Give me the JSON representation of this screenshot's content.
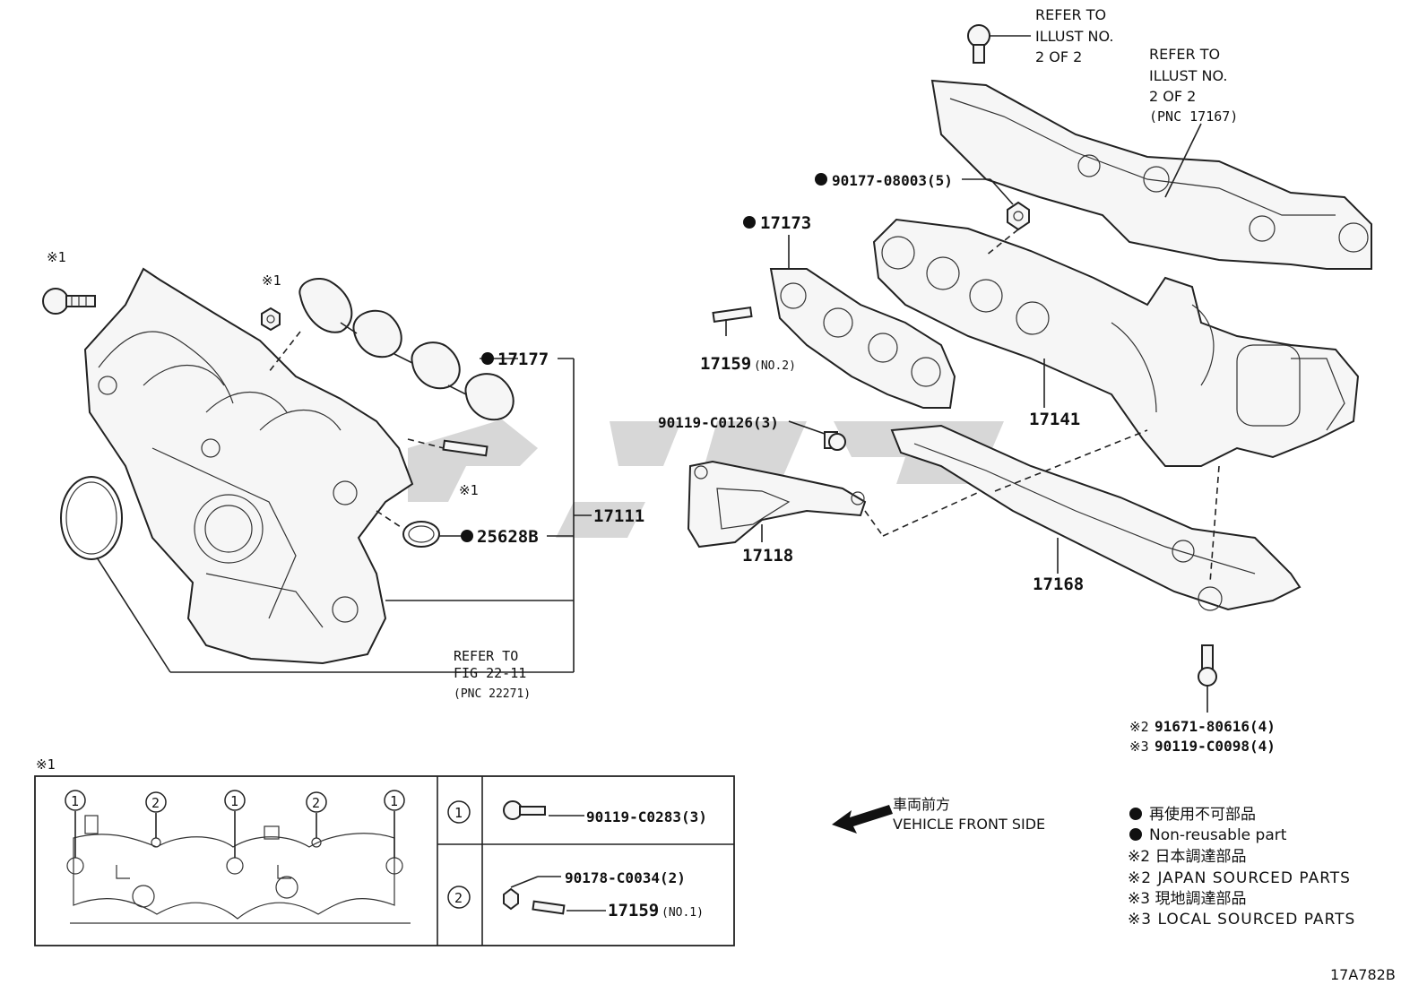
{
  "diagram_id": "17A782B",
  "labels": {
    "p17177": "17177",
    "p25628b": "25628B",
    "p17111": "17111",
    "p17173": "17173",
    "p17159_no2": "17159",
    "no2": "(NO.2)",
    "p90177": "90177-08003(5)",
    "p17141": "17141",
    "p90119_c0126": "90119-C0126(3)",
    "p17118": "17118",
    "p17168": "17168",
    "bolt_jp": "91671-80616(4)",
    "bolt_local": "90119-C0098(4)",
    "ref_mark_2": "※2",
    "ref_mark_3": "※3"
  },
  "notes": {
    "refer_top_1": "REFER TO",
    "refer_top_2": "ILLUST NO.",
    "refer_top_3": "2 OF 2",
    "refer_shield_1": "REFER TO",
    "refer_shield_2": "ILLUST NO.",
    "refer_shield_3": "2 OF 2",
    "refer_shield_4": "(PNC 17167)",
    "refer_fig_1": "REFER TO",
    "refer_fig_2": "FIG 22-11",
    "refer_fig_3": "(PNC 22271)",
    "mark1": "※1"
  },
  "detail": {
    "title": "※1",
    "row1_num": "1",
    "row2_num": "2",
    "row1_part": "90119-C0283(3)",
    "row2_part": "90178-C0034(2)",
    "row2_part2": "17159",
    "row2_part2_suffix": "(NO.1)"
  },
  "direction": {
    "jp": "車両前方",
    "en": "VEHICLE FRONT SIDE"
  },
  "legend": {
    "l1": "再使用不可部品",
    "l2": "Non-reusable part",
    "l3": "※2 日本調達部品",
    "l4": "※2 JAPAN SOURCED PARTS",
    "l5": "※3 現地調達部品",
    "l6": "※3 LOCAL SOURCED PARTS"
  }
}
